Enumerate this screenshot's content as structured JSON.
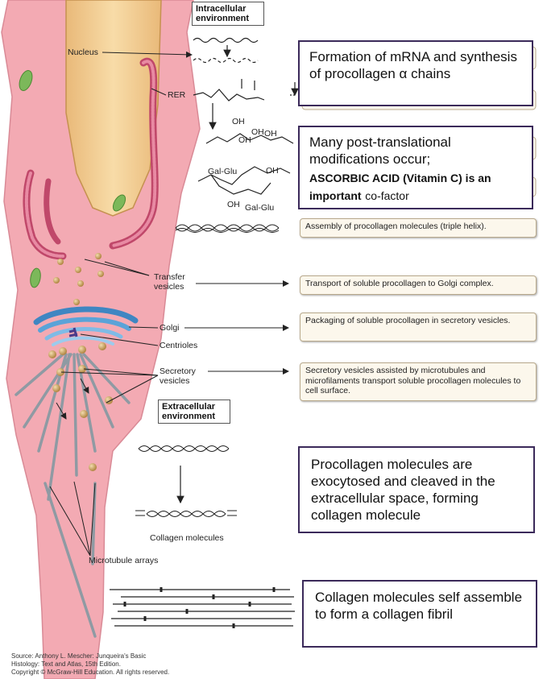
{
  "headers": {
    "intracellular": "Intracellular environment",
    "extracellular": "Extracellular environment"
  },
  "labels": {
    "nucleus": "Nucleus",
    "rer": "RER",
    "transfer_vesicles": "Transfer vesicles",
    "golgi": "Golgi",
    "centrioles": "Centrioles",
    "secretory_vesicles": "Secretory vesicles",
    "collagen_molecules": "Collagen molecules",
    "microtubule_arrays": "Microtubule arrays"
  },
  "chain_labels": {
    "oh": "OH",
    "gal_glu": "Gal-Glu"
  },
  "steps": {
    "assembly": "Assembly of procollagen molecules (triple helix).",
    "transport": "Transport of soluble procollagen to Golgi complex.",
    "packaging": "Packaging of soluble procollagen in secretory vesicles.",
    "secretory": "Secretory vesicles assisted by microtubules and microfilaments transport soluble procollagen molecules to cell surface."
  },
  "callouts": {
    "mrna": "Formation of mRNA and synthesis of procollagen α chains",
    "modifications_intro": "Many post-translational modifications occur;",
    "modifications_strong": "ASCORBIC ACID (Vitamin C) is an important",
    "modifications_rest": "co-factor",
    "exocytosis": "Procollagen molecules are exocytosed and cleaved in the extracellular space, forming collagen molecule",
    "fibril": "Collagen molecules self assemble to form a collagen fibril"
  },
  "source": {
    "line1": "Source: Anthony L. Mescher: Junqueira's Basic",
    "line2": "Histology: Text and Atlas, 15th Edition.",
    "line3": "Copyright © McGraw-Hill Education. All rights reserved."
  },
  "colors": {
    "cell": "#f3aab3",
    "nucleus": "#f3cf96",
    "rer": "#d9607e",
    "golgi": "#5aa3d8",
    "vesicle": "#c89b52",
    "mitochondria": "#7cb85a",
    "callout_border": "#3b2a5a"
  }
}
